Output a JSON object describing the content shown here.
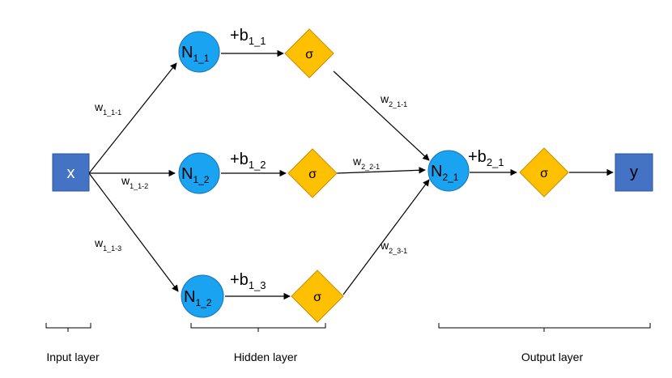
{
  "colors": {
    "box": "#4472c4",
    "box_stroke": "#2f5597",
    "neuron": "#1aa3f0",
    "neuron_stroke": "#1a6fb0",
    "activation": "#ffc000",
    "activation_stroke": "#c58f00",
    "line": "#000000"
  },
  "nodes": {
    "input": {
      "label": "x"
    },
    "output": {
      "label": "y"
    },
    "hidden": [
      {
        "main": "N",
        "sub": "1_1"
      },
      {
        "main": "N",
        "sub": "1_2"
      },
      {
        "main": "N",
        "sub": "1_2"
      }
    ],
    "out_neuron": {
      "main": "N",
      "sub": "2_1"
    },
    "activation_symbol": "σ"
  },
  "biases": [
    {
      "main": "+b",
      "sub": "1_1"
    },
    {
      "main": "+b",
      "sub": "1_2"
    },
    {
      "main": "+b",
      "sub": "1_3"
    },
    {
      "main": "+b",
      "sub": "2_1"
    }
  ],
  "weights": [
    {
      "main": "w",
      "sub": "1_1-1"
    },
    {
      "main": "w",
      "sub": "1_1-2"
    },
    {
      "main": "w",
      "sub": "1_1-3"
    },
    {
      "main": "w",
      "sub": "2_1-1"
    },
    {
      "main": "w",
      "sub": "2_2-1"
    },
    {
      "main": "w",
      "sub": "2_3-1"
    }
  ],
  "layers": {
    "input": "Input layer",
    "hidden": "Hidden layer",
    "output": "Output layer"
  }
}
